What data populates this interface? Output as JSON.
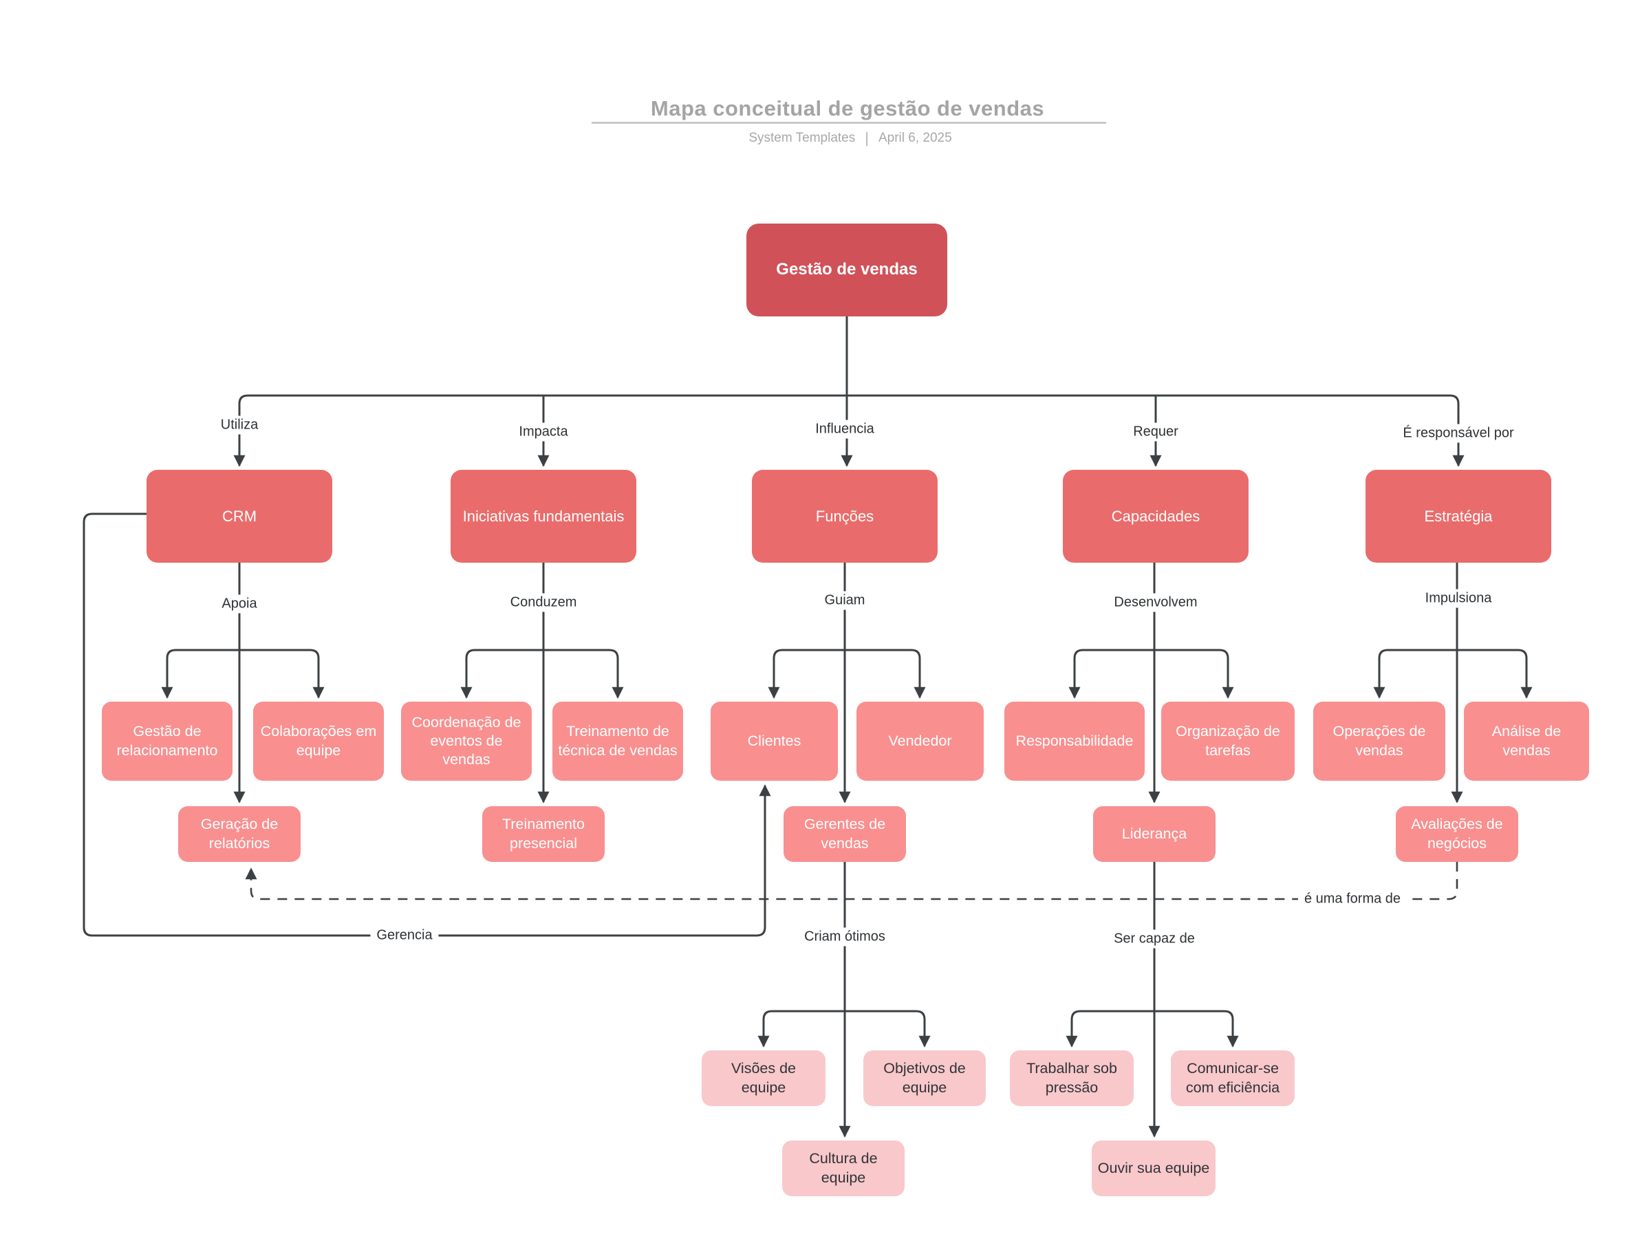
{
  "header": {
    "title": "Mapa conceitual de gestão de vendas",
    "author": "System Templates",
    "divider": "|",
    "date": "April 6, 2025"
  },
  "nodes": {
    "root": {
      "label": "Gestão de vendas"
    },
    "crm": {
      "label": "CRM"
    },
    "iniciativas": {
      "label": "Iniciativas fundamentais"
    },
    "funcoes": {
      "label": "Funções"
    },
    "capacidades": {
      "label": "Capacidades"
    },
    "estrategia": {
      "label": "Estratégia"
    },
    "gestao_relacionamento": {
      "label": "Gestão de relacionamento"
    },
    "colaboracoes_equipe": {
      "label": "Colaborações em equipe"
    },
    "geracao_relatorios": {
      "label": "Geração de relatórios"
    },
    "coordenacao_eventos": {
      "label": "Coordenação de eventos de vendas"
    },
    "treinamento_tecnica": {
      "label": "Treinamento de técnica de vendas"
    },
    "treinamento_presencial": {
      "label": "Treinamento presencial"
    },
    "clientes": {
      "label": "Clientes"
    },
    "vendedor": {
      "label": "Vendedor"
    },
    "gerentes_vendas": {
      "label": "Gerentes de vendas"
    },
    "responsabilidade": {
      "label": "Responsabilidade"
    },
    "organizacao_tarefas": {
      "label": "Organização de tarefas"
    },
    "lideranca": {
      "label": "Liderança"
    },
    "operacoes_vendas": {
      "label": "Operações de vendas"
    },
    "analise_vendas": {
      "label": "Análise de vendas"
    },
    "avaliacoes_negocios": {
      "label": "Avaliações de negócios"
    },
    "visoes_equipe": {
      "label": "Visões de equipe"
    },
    "objetivos_equipe": {
      "label": "Objetivos de equipe"
    },
    "cultura_equipe": {
      "label": "Cultura de equipe"
    },
    "trabalhar_pressao": {
      "label": "Trabalhar sob pressão"
    },
    "comunicar_eficiencia": {
      "label": "Comunicar-se com eficiência"
    },
    "ouvir_equipe": {
      "label": "Ouvir sua equipe"
    }
  },
  "edge_labels": {
    "utiliza": "Utiliza",
    "impacta": "Impacta",
    "influencia": "Influencia",
    "requer": "Requer",
    "responsavel": "É responsável por",
    "apoia": "Apoia",
    "conduzem": "Conduzem",
    "guiam": "Guiam",
    "desenvolvem": "Desenvolvem",
    "impulsiona": "Impulsiona",
    "criam_otimos": "Criam ótimos",
    "ser_capaz": "Ser capaz de",
    "gerencia": "Gerencia",
    "e_uma_forma_de": "é uma forma de"
  },
  "colors": {
    "root": "#d15158",
    "level1": "#ea6b6b",
    "level2": "#f98f8f",
    "level3": "#f9c8cb",
    "line": "#3c4043",
    "node_text_light": "#ffffff",
    "node_text_dark": "#2f3437"
  }
}
